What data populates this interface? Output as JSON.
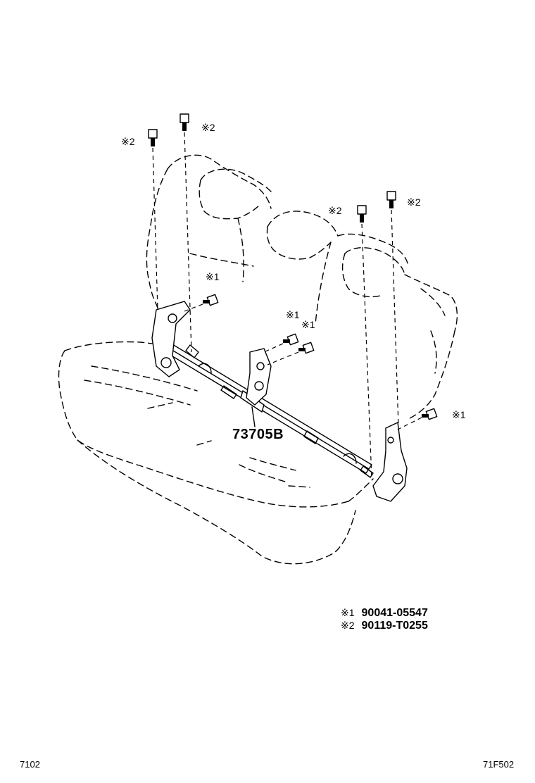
{
  "diagram": {
    "part_label": "73705B",
    "callouts": [
      {
        "id": "c1",
        "text": "※2"
      },
      {
        "id": "c2",
        "text": "※2"
      },
      {
        "id": "c3",
        "text": "※2"
      },
      {
        "id": "c4",
        "text": "※2"
      },
      {
        "id": "c5",
        "text": "※1"
      },
      {
        "id": "c6",
        "text": "※1"
      },
      {
        "id": "c7",
        "text": "※1"
      },
      {
        "id": "c8",
        "text": "※1"
      }
    ]
  },
  "legend": [
    {
      "mark": "※1",
      "part": "90041-05547"
    },
    {
      "mark": "※2",
      "part": "90119-T0255"
    }
  ],
  "footer": {
    "left_code": "7102",
    "right_code": "71F502"
  }
}
